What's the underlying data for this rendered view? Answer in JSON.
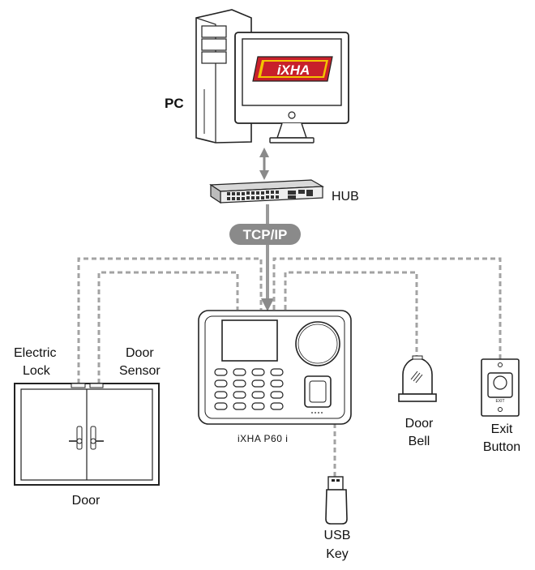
{
  "pc": {
    "label": "PC",
    "logo_text": "iXHA"
  },
  "hub": {
    "label": "HUB"
  },
  "network": {
    "protocol_label": "TCP/IP"
  },
  "terminal": {
    "model_label": "iXHA P60 i"
  },
  "door": {
    "lock_label_line1": "Electric",
    "lock_label_line2": "Lock",
    "sensor_label_line1": "Door",
    "sensor_label_line2": "Sensor",
    "label": "Door"
  },
  "door_bell": {
    "label_line1": "Door",
    "label_line2": "Bell"
  },
  "exit_button": {
    "label_line1": "Exit",
    "label_line2": "Button",
    "panel_text": "EXIT"
  },
  "usb_key": {
    "label_line1": "USB",
    "label_line2": "Key"
  },
  "colors": {
    "logo_red": "#c8202a",
    "logo_yellow": "#f2c500",
    "connector_gray": "#9a9a9a",
    "dashed_gray": "#a3a3a3",
    "badge_gray": "#8a8a8a"
  }
}
